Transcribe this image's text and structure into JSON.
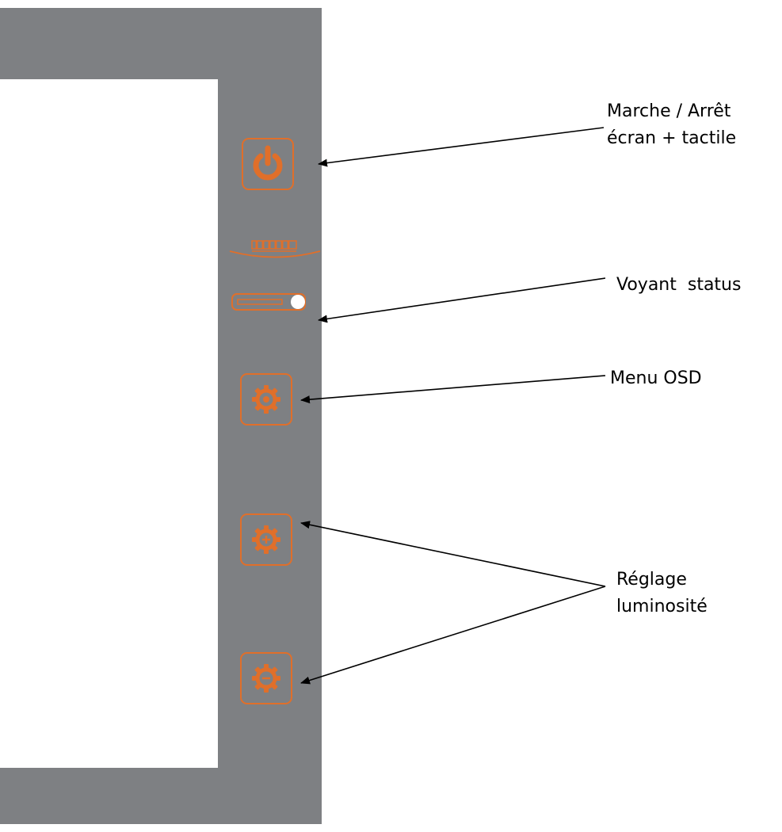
{
  "labels": {
    "power": {
      "line1": "Marche / Arrêt",
      "line2": "écran + tactile"
    },
    "status": "Voyant  status",
    "menu": "Menu OSD",
    "brightness": {
      "line1": "Réglage",
      "line2": "luminosité"
    }
  },
  "icons": {
    "power": "power-icon",
    "menu": "gear-icon",
    "brightness_up": "gear-plus-icon",
    "brightness_down": "gear-minus-icon"
  },
  "colors": {
    "bezel": "#7e8083",
    "accent": "#e06f2a",
    "screen": "#ffffff",
    "led": "#ffffff",
    "arrow": "#000000"
  }
}
